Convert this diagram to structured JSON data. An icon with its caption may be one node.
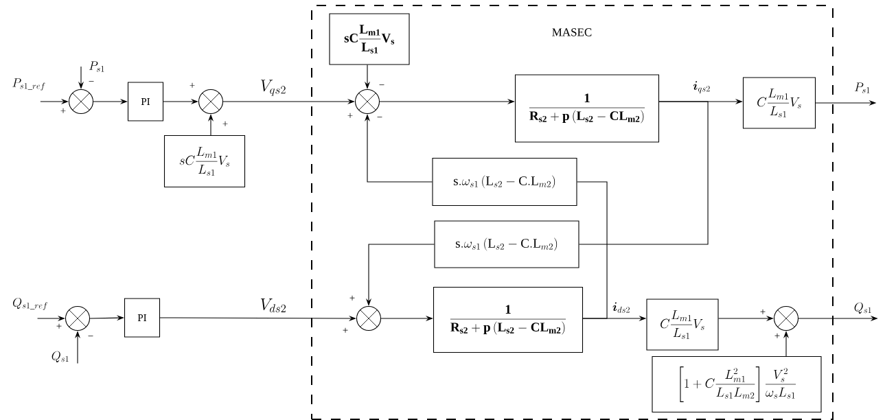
{
  "diagram": {
    "nodes": [
      {
        "text": [
          "MASEC"
        ]
      },
      {
        "text": [],
        "shape": "circle"
      },
      {
        "text": [
          "PI"
        ]
      },
      {
        "text": [],
        "shape": "circle"
      },
      {
        "text": [
          "sC\\frac{L_{m1}}{L_{s1}}V_s"
        ]
      },
      {
        "text": [
          "\\mathbf{sC\\frac{L_{m1}}{L_{s1}}V_s}"
        ],
        "in": 0
      },
      {
        "text": [],
        "shape": "circle",
        "in": 0
      },
      {
        "text": [
          "\\frac{\\mathbf{1}}{\\mathbf{R_{s2}+p\\left(L_{s2}-CL_{m2}\\right)}}"
        ],
        "in": 0
      },
      {
        "text": [
          "C\\frac{L_{m1}}{L_{s1}}V_s"
        ],
        "in": 0
      },
      {
        "text": [
          "\\mathrm{s.}\\omega_{s1}\\left(\\mathrm{L}_{s2}-\\mathrm{C.L}_{m2}\\right)"
        ],
        "in": 0
      },
      {
        "text": [
          "\\mathrm{s.}\\omega_{s1}\\left(\\mathrm{L}_{s2}-\\mathrm{C.L}_{m2}\\right)"
        ],
        "in": 0
      },
      {
        "text": [],
        "shape": "circle",
        "in": 0
      },
      {
        "text": [
          "\\frac{\\mathbf{1}}{\\mathbf{R_{s2}+p\\left(L_{s2}-CL_{m2}\\right)}}"
        ],
        "in": 0
      },
      {
        "text": [
          "C\\frac{L_{m1}}{L_{s1}}V_s"
        ],
        "in": 0
      },
      {
        "text": [],
        "shape": "circle",
        "in": 0
      },
      {
        "text": [
          "\\left[1+C\\frac{L_{m1}^{2}}{L_{s1}L_{m2}}\\right]\\frac{V_s^{2}}{\\omega_s L_{s1}}"
        ],
        "in": 0
      },
      {
        "text": [],
        "shape": "circle"
      },
      {
        "text": [
          "PI"
        ]
      },
      {
        "text": [
          "P_{s1\\_ref}"
        ]
      },
      {
        "text": [
          "P_{s1}"
        ]
      },
      {
        "text": [
          "P_{s1}"
        ]
      },
      {
        "text": [
          "Q_{s1\\_ref}"
        ]
      },
      {
        "text": [
          "Q_{s1}"
        ]
      },
      {
        "text": [
          "Q_{s1}"
        ]
      }
    ],
    "edges": [
      {
        "from": 18,
        "to": 1,
        "arrow": "to"
      },
      {
        "from": 19,
        "to": 1,
        "arrow": "to"
      },
      {
        "from": 1,
        "to": 2,
        "arrow": "to"
      },
      {
        "from": 2,
        "to": 3,
        "arrow": "to"
      },
      {
        "from": 4,
        "to": 3,
        "arrow": "to"
      },
      {
        "from": 3,
        "to": 6,
        "arrow": "to",
        "label": "V_{qs2}"
      },
      {
        "from": 5,
        "to": 6,
        "arrow": "to"
      },
      {
        "from": 9,
        "to": 6,
        "arrow": "to"
      },
      {
        "from": 6,
        "to": 7,
        "arrow": "to"
      },
      {
        "from": 7,
        "to": 8,
        "arrow": "to",
        "label": "\\boldsymbol{i}_{qs2}"
      },
      {
        "from": 7,
        "to": 10,
        "arrow": "none"
      },
      {
        "from": 8,
        "to": 20,
        "arrow": "to"
      },
      {
        "from": 21,
        "to": 16,
        "arrow": "to"
      },
      {
        "from": 22,
        "to": 16,
        "arrow": "to"
      },
      {
        "from": 16,
        "to": 17,
        "arrow": "to"
      },
      {
        "from": 17,
        "to": 11,
        "arrow": "to",
        "label": "V_{ds2}"
      },
      {
        "from": 10,
        "to": 11,
        "arrow": "to"
      },
      {
        "from": 11,
        "to": 12,
        "arrow": "to"
      },
      {
        "from": 12,
        "to": 13,
        "arrow": "to",
        "label": "\\boldsymbol{i}_{ds2}"
      },
      {
        "from": 12,
        "to": 9,
        "arrow": "none"
      },
      {
        "from": 13,
        "to": 14,
        "arrow": "to"
      },
      {
        "from": 15,
        "to": 14,
        "arrow": "to"
      },
      {
        "from": 14,
        "to": 23,
        "arrow": "to"
      }
    ],
    "labels": [
      "−",
      "+",
      "+",
      "−",
      "+",
      "+",
      "−",
      "+",
      "+",
      "−",
      "+",
      "+",
      "+"
    ]
  }
}
